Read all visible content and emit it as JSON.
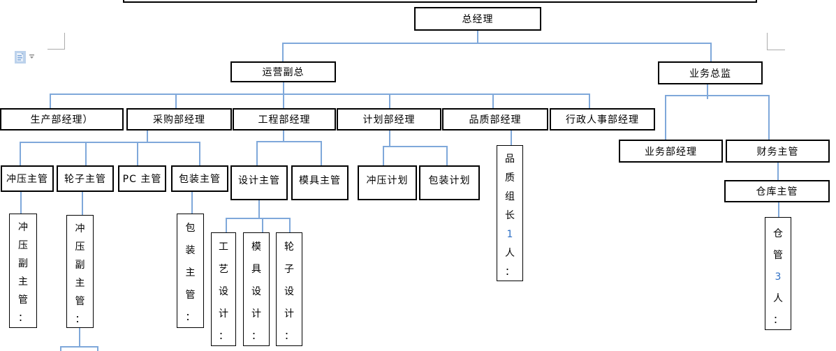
{
  "org_chart": {
    "nodes": {
      "gm": {
        "label": "总经理"
      },
      "ops_vp": {
        "label": "运营副总"
      },
      "biz_director": {
        "label": "业务总监"
      },
      "production_mgr": {
        "label": "生产部经理）"
      },
      "purchasing_mgr": {
        "label": "采购部经理"
      },
      "engineering_mgr": {
        "label": "工程部经理"
      },
      "planning_mgr": {
        "label": "计划部经理"
      },
      "quality_mgr": {
        "label": "品质部经理"
      },
      "admin_hr_mgr": {
        "label": "行政人事部经理"
      },
      "stamping_sup": {
        "label": "冲压主管"
      },
      "wheel_sup": {
        "label": "轮子主管"
      },
      "pc_sup": {
        "label": "PC 主管"
      },
      "packing_sup": {
        "label": "包装主管"
      },
      "design_sup": {
        "label": "设计主管"
      },
      "mold_sup": {
        "label": "模具主管"
      },
      "stamping_plan": {
        "label": "冲压计划"
      },
      "packing_plan": {
        "label": "包装计划"
      },
      "biz_dept_mgr": {
        "label": "业务部经理"
      },
      "finance_sup": {
        "label": "财务主管"
      },
      "warehouse_sup": {
        "label": "仓库主管"
      },
      "quality_leader": {
        "label": "品质组长1人："
      },
      "stamping_deputy_1": {
        "label": "冲压副主管："
      },
      "stamping_deputy_2": {
        "label": "冲压副主管："
      },
      "packing_sup_v": {
        "label": "包装主管："
      },
      "craft_design": {
        "label": "工艺设计："
      },
      "mold_design": {
        "label": "模具设计："
      },
      "wheel_design": {
        "label": "轮子设计："
      },
      "storekeepers": {
        "label": "仓管3人："
      }
    },
    "edges": [
      [
        "gm",
        "ops_vp"
      ],
      [
        "gm",
        "biz_director"
      ],
      [
        "ops_vp",
        "production_mgr"
      ],
      [
        "ops_vp",
        "purchasing_mgr"
      ],
      [
        "ops_vp",
        "engineering_mgr"
      ],
      [
        "ops_vp",
        "planning_mgr"
      ],
      [
        "ops_vp",
        "quality_mgr"
      ],
      [
        "ops_vp",
        "admin_hr_mgr"
      ],
      [
        "production_mgr",
        "stamping_sup"
      ],
      [
        "production_mgr",
        "wheel_sup"
      ],
      [
        "production_mgr",
        "pc_sup"
      ],
      [
        "production_mgr",
        "packing_sup"
      ],
      [
        "engineering_mgr",
        "design_sup"
      ],
      [
        "engineering_mgr",
        "mold_sup"
      ],
      [
        "planning_mgr",
        "stamping_plan"
      ],
      [
        "planning_mgr",
        "packing_plan"
      ],
      [
        "quality_mgr",
        "quality_leader"
      ],
      [
        "biz_director",
        "biz_dept_mgr"
      ],
      [
        "biz_director",
        "finance_sup"
      ],
      [
        "finance_sup",
        "warehouse_sup"
      ],
      [
        "warehouse_sup",
        "storekeepers"
      ],
      [
        "stamping_sup",
        "stamping_deputy_1"
      ],
      [
        "wheel_sup",
        "stamping_deputy_2"
      ],
      [
        "packing_sup",
        "packing_sup_v"
      ],
      [
        "design_sup",
        "craft_design"
      ],
      [
        "design_sup",
        "mold_design"
      ],
      [
        "design_sup",
        "wheel_design"
      ]
    ]
  },
  "colors": {
    "connector": "#7FA8DA",
    "box_border": "#000000",
    "digit_blue": "#2E6FC5",
    "crop_mark": "#ABABAB"
  },
  "icons": {
    "paste_options": {
      "name": "paste-options-icon",
      "dropdown_glyph": "▾"
    }
  }
}
